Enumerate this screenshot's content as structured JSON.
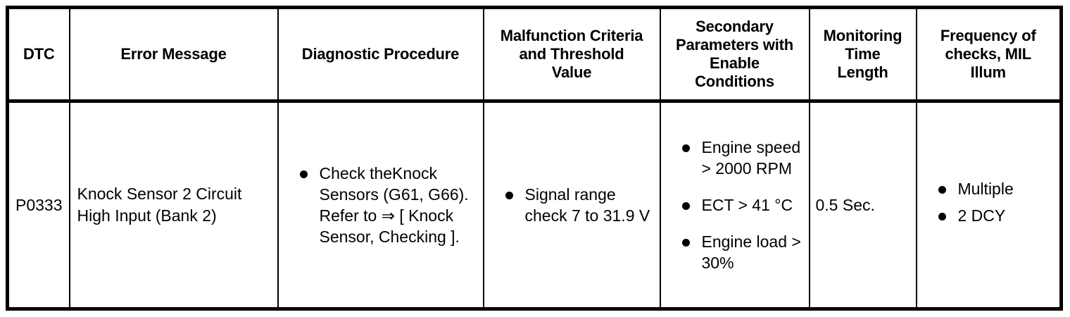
{
  "table": {
    "columns": [
      {
        "key": "dtc",
        "label": "DTC"
      },
      {
        "key": "error",
        "label": "Error Message"
      },
      {
        "key": "diagnostic",
        "label": "Diagnostic Procedure"
      },
      {
        "key": "malfunction",
        "label": "Malfunction Criteria and Threshold Value"
      },
      {
        "key": "secondary",
        "label": "Secondary Parameters with Enable Conditions"
      },
      {
        "key": "monitoring",
        "label": "Monitoring Time Length"
      },
      {
        "key": "frequency",
        "label": "Frequency of checks, MIL Illum"
      }
    ],
    "header_lines": {
      "dtc": [
        "DTC"
      ],
      "error": [
        "Error Message"
      ],
      "diagnostic": [
        "Diagnostic Procedure"
      ],
      "malfunction": [
        "Malfunction Criteria",
        "and Threshold",
        "Value"
      ],
      "secondary": [
        "Secondary",
        "Parameters with",
        "Enable",
        "Conditions"
      ],
      "monitoring": [
        "Monitoring",
        "Time",
        "Length"
      ],
      "frequency": [
        "Frequency of",
        "checks, MIL",
        "Illum"
      ]
    },
    "rows": [
      {
        "dtc": "P0333",
        "error": "Knock Sensor 2 Circuit High Input (Bank 2)",
        "diagnostic_bullets": [
          "Check theKnock Sensors (G61, G66). Refer to ⇒ [ Knock Sensor, Checking ]."
        ],
        "malfunction_bullets": [
          "Signal range check 7 to 31.9 V"
        ],
        "secondary_bullets": [
          "Engine speed > 2000 RPM",
          "ECT > 41 °C",
          "Engine load > 30%"
        ],
        "monitoring": "0.5 Sec.",
        "frequency_bullets": [
          "Multiple",
          "2 DCY"
        ]
      }
    ]
  },
  "colors": {
    "border": "#000000",
    "background": "#ffffff",
    "text": "#000000"
  }
}
